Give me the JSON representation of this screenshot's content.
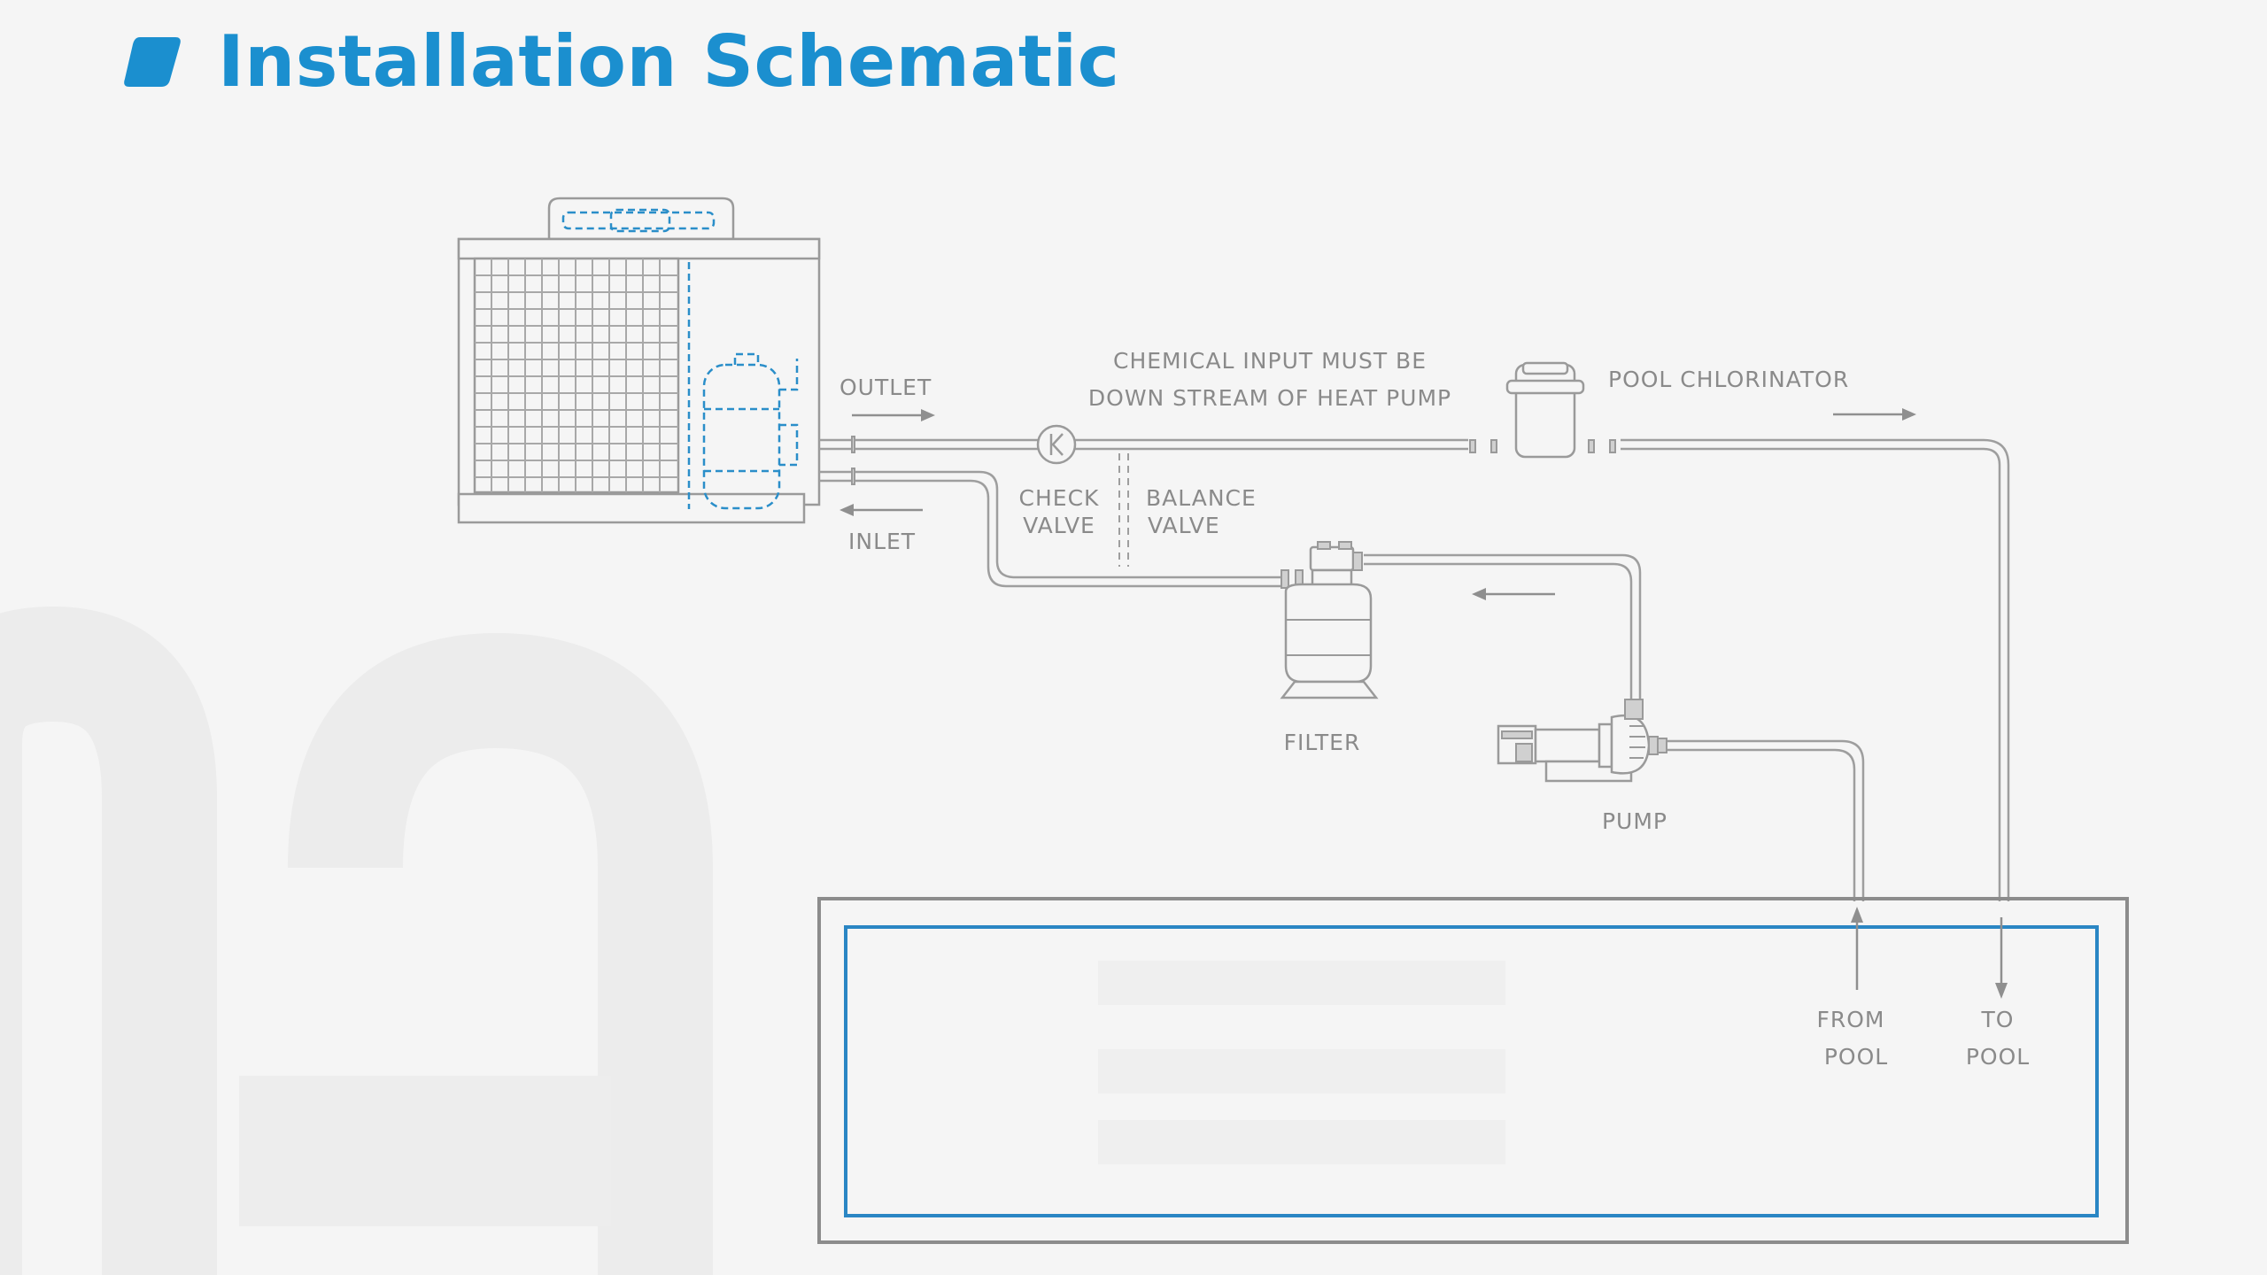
{
  "header": {
    "title": "Installation Schematic",
    "brand_color": "#1b8fcf",
    "icon": "rounded-parallelogram-icon"
  },
  "labels": {
    "outlet": "OUTLET",
    "inlet": "INLET",
    "chemical_line1": "CHEMICAL INPUT MUST BE",
    "chemical_line2": "DOWN STREAM OF HEAT PUMP",
    "pool_chlorinator": "POOL CHLORINATOR",
    "check_line1": "CHECK",
    "check_line2": "VALVE",
    "balance_line1": "BALANCE",
    "balance_line2": "VALVE",
    "filter": "FILTER",
    "pump": "PUMP",
    "from_line1": "FROM",
    "from_line2": "POOL",
    "to_line1": "TO",
    "to_line2": "POOL"
  },
  "colors": {
    "background": "#f5f5f5",
    "line": "#9e9e9e",
    "label": "#8a8a8a",
    "accent_blue": "#2a8ec9"
  }
}
